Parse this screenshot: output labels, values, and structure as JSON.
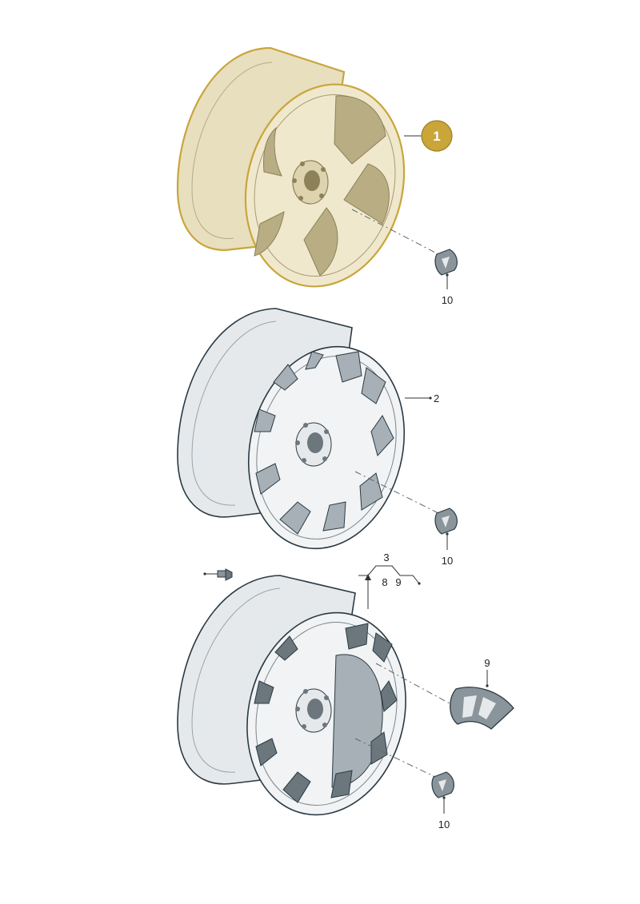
{
  "diagram": {
    "callouts": {
      "wheel_top_badge": "1",
      "wheel_middle": "2",
      "wheel_bottom_group": "3",
      "sub_8": "8",
      "sub_9": "9",
      "insert_9": "9",
      "cap_top": "10",
      "cap_middle": "10",
      "cap_bottom": "10"
    },
    "colors": {
      "highlight_fill": "#e8dfbf",
      "highlight_outline": "#c9a53a",
      "badge_fill": "#c9a53a",
      "rim_fill": "#e6e9eb",
      "dark_fill": "#8a949b",
      "outline": "#2b3a44"
    }
  }
}
